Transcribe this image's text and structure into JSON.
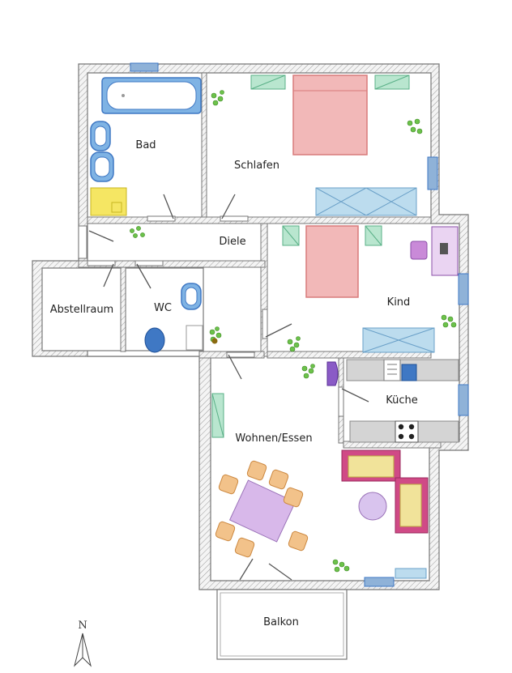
{
  "rooms": {
    "bad": "Bad",
    "schlafen": "Schlafen",
    "diele": "Diele",
    "kind": "Kind",
    "abstellraum": "Abstellraum",
    "wc": "WC",
    "kueche": "Küche",
    "wohnen_essen": "Wohnen/Essen",
    "balkon": "Balkon"
  },
  "compass": {
    "label": "N"
  },
  "colors": {
    "bath_fixture": "#5b9bd5",
    "bed": "#e8a0a0",
    "window": "#9fd6c3",
    "closet": "#bcdcee",
    "table": "#d8b8ea",
    "chair": "#f2c28a",
    "sofa_frame": "#d04a86",
    "sofa_seat": "#f1e39a",
    "rug": "#d9c4ee",
    "plant": "#6cc24a",
    "vanity": "#f5e663",
    "counter": "#d4d4d4",
    "radiator": "#3f78c4",
    "wall_hatch": "#999999"
  }
}
